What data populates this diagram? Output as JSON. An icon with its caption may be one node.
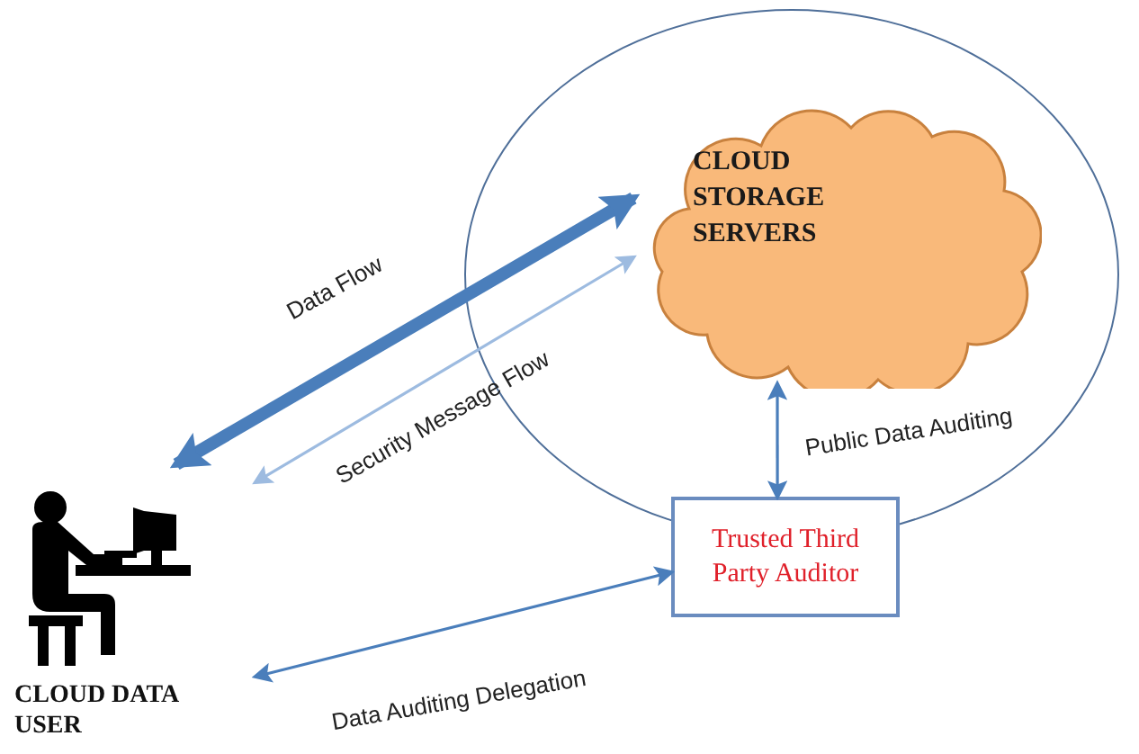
{
  "diagram": {
    "nodes": [
      {
        "text": [],
        "shape": "circle"
      },
      {
        "text": [
          "CLOUD STORAGE SERVERS"
        ],
        "in": 0
      },
      {
        "text": [
          "Trusted Third Party Auditor"
        ]
      },
      {
        "text": [
          "CLOUD DATA USER"
        ]
      }
    ],
    "edges": [
      {
        "from": 3,
        "to": 1,
        "arrow": "both",
        "label": "Data Flow",
        "style": "thick"
      },
      {
        "from": 3,
        "to": 1,
        "arrow": "both",
        "label": "Security Message Flow",
        "color": "#9dbbe0"
      },
      {
        "from": 1,
        "to": 2,
        "arrow": "both",
        "label": "Public Data Auditing"
      },
      {
        "from": 3,
        "to": 2,
        "arrow": "both",
        "label": "Data Auditing Delegation"
      }
    ]
  }
}
